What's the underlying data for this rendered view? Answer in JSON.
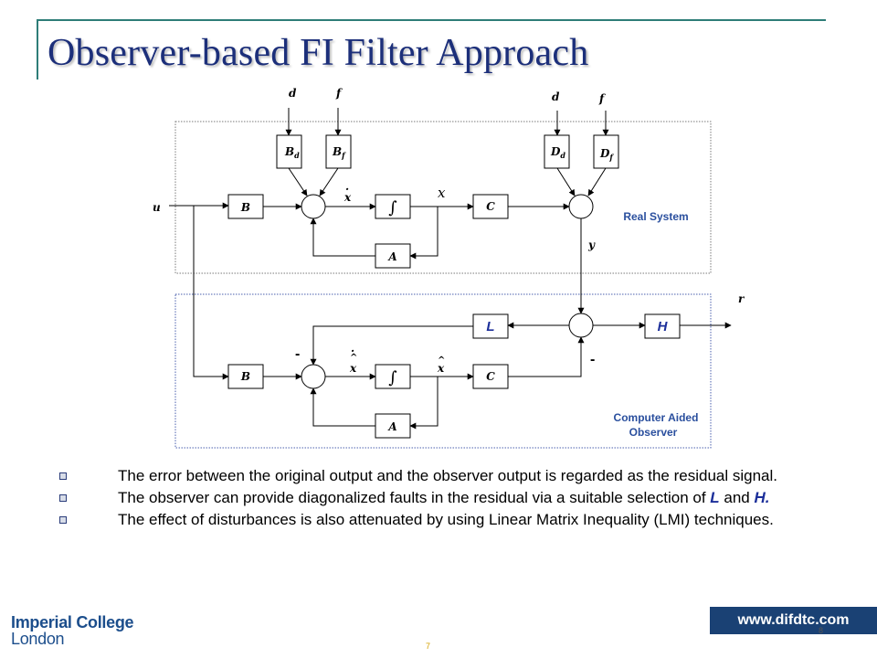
{
  "title": "Observer-based FI Filter Approach",
  "diagram": {
    "inputs": {
      "u": "u",
      "d1": "d",
      "f1": "f",
      "d2": "d",
      "f2": "f"
    },
    "blocks": {
      "Bd_main": "B",
      "Bd_sub": "d",
      "Bf_main": "B",
      "Bf_sub": "f",
      "Dd_main": "D",
      "Dd_sub": "d",
      "Df_main": "D",
      "Df_sub": "f",
      "B_top": "B",
      "int_top": "∫",
      "C_top": "C",
      "A_top": "A",
      "L": "L",
      "H": "H",
      "B_bot": "B",
      "int_bot": "∫",
      "C_bot": "C",
      "A_bot": "A"
    },
    "signals": {
      "xdot": "x",
      "x": "x",
      "y": "y",
      "r": "r",
      "xhat_dot": "x",
      "xhat": "x",
      "minus1": "-",
      "minus2": "-"
    },
    "regions": {
      "real": "Real System",
      "observer_1": "Computer Aided",
      "observer_2": "Observer"
    }
  },
  "bullets": [
    {
      "text": "The error between the original output and the observer output is regarded as the residual signal."
    },
    {
      "pre": "The observer can provide diagonalized faults in the residual via a suitable selection of ",
      "em1": "L",
      "mid": " and ",
      "em2": "H.",
      "post": ""
    },
    {
      "text": "The effect of disturbances is also attenuated by using Linear Matrix Inequality (LMI) techniques."
    }
  ],
  "footer": {
    "logo_line1": "Imperial College",
    "logo_line2": "London",
    "url": "www.difdtc.com",
    "page": "8",
    "slide_mark": "7"
  },
  "colors": {
    "title": "#1c2f7a",
    "frame": "#2e7d78",
    "badge": "#1a4174",
    "region_label": "#2a4f9e"
  }
}
